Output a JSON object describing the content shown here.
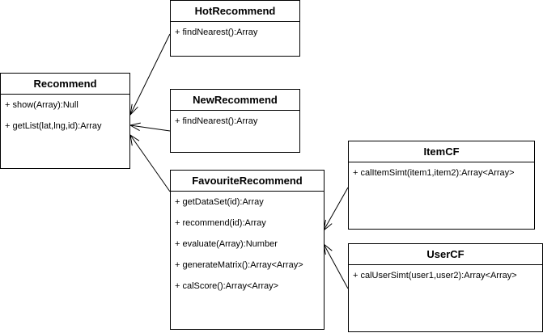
{
  "classes": {
    "recommend": {
      "name": "Recommend",
      "methods": [
        "+ show(Array):Null",
        "+ getList(lat,lng,id):Array"
      ]
    },
    "hot": {
      "name": "HotRecommend",
      "methods": [
        "+ findNearest():Array"
      ]
    },
    "new": {
      "name": "NewRecommend",
      "methods": [
        "+ findNearest():Array"
      ]
    },
    "favourite": {
      "name": "FavouriteRecommend",
      "methods": [
        "+ getDataSet(id):Array",
        "+ recommend(id):Array",
        "+ evaluate(Array):Number",
        "+ generateMatrix():Array<Array>",
        "+ calScore():Array<Array>"
      ]
    },
    "itemcf": {
      "name": "ItemCF",
      "methods": [
        "+ calItemSimt(item1,item2):Array<Array>"
      ]
    },
    "usercf": {
      "name": "UserCF",
      "methods": [
        "+ calUserSimt(user1,user2):Array<Array>"
      ]
    }
  }
}
